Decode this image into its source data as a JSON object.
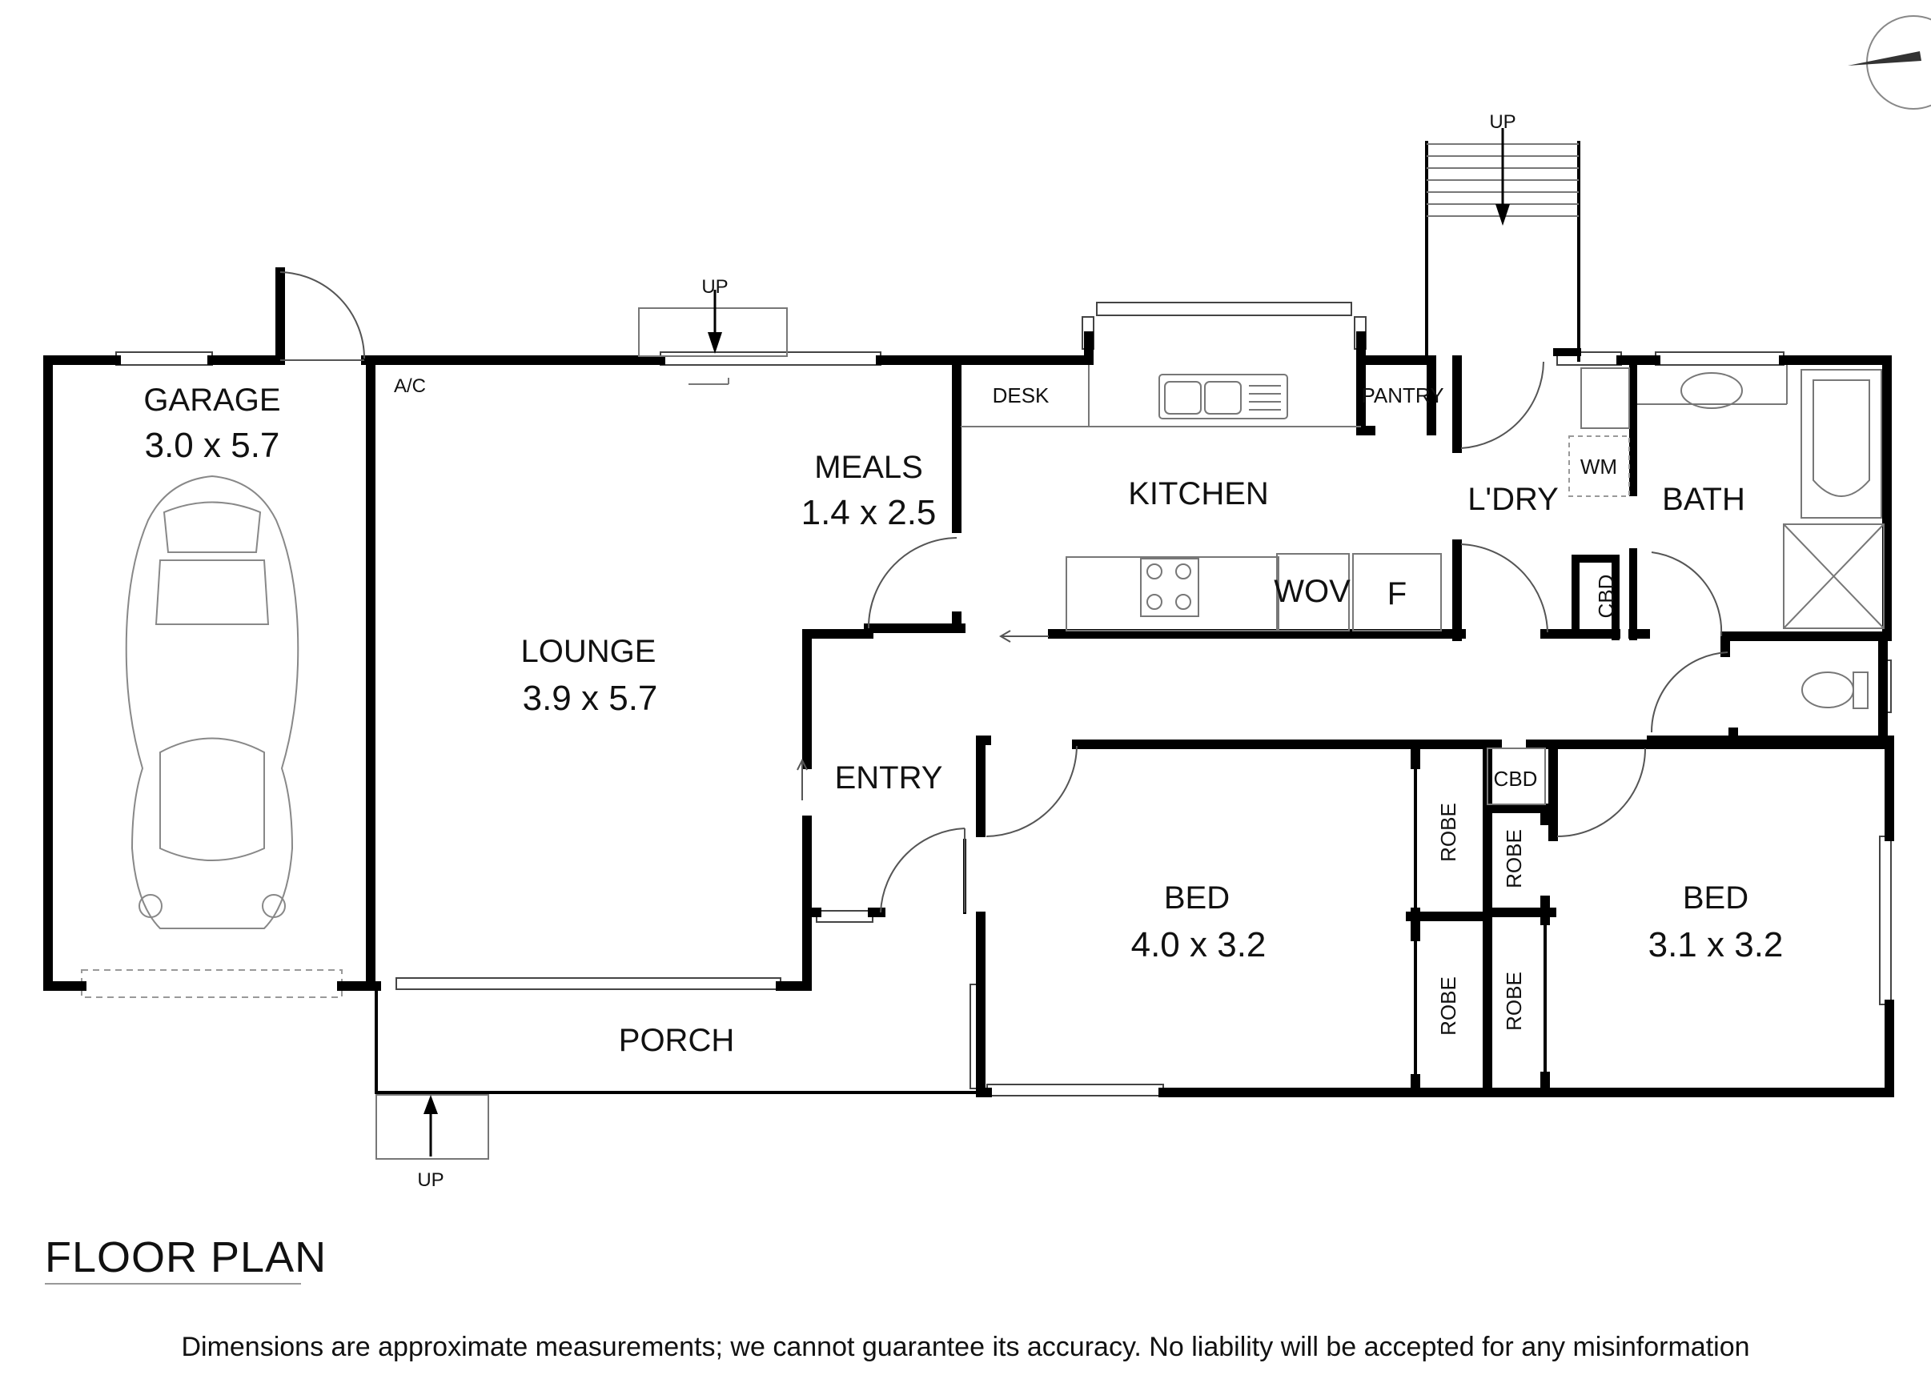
{
  "plan": {
    "title": "FLOOR PLAN",
    "disclaimer": "Dimensions are approximate measurements; we cannot guarantee its accuracy. No liability will be accepted for any misinformation",
    "rooms": {
      "garage": {
        "name": "GARAGE",
        "size": "3.0 x 5.7"
      },
      "lounge": {
        "name": "LOUNGE",
        "size": "3.9 x 5.7"
      },
      "meals": {
        "name": "MEALS",
        "size": "1.4 x 2.5"
      },
      "kitchen": {
        "name": "KITCHEN"
      },
      "laundry": {
        "name": "L'DRY"
      },
      "bath": {
        "name": "BATH"
      },
      "entry": {
        "name": "ENTRY"
      },
      "porch": {
        "name": "PORCH"
      },
      "bed1": {
        "name": "BED",
        "size": "4.0 x 3.2"
      },
      "bed2": {
        "name": "BED",
        "size": "3.1 x 3.2"
      }
    },
    "labels": {
      "ac": "A/C",
      "desk": "DESK",
      "pantry": "PANTRY",
      "wm": "WM",
      "wov": "WOV",
      "fridge": "F",
      "cbd_laundry": "CBD",
      "cbd_hall": "CBD",
      "robe": "ROBE",
      "up": "UP"
    },
    "icons": [
      "compass-icon",
      "car-icon",
      "sink-icon",
      "cooktop-icon",
      "bathtub-icon",
      "toilet-icon",
      "basin-icon",
      "shower-icon",
      "stair-arrow-icon"
    ]
  }
}
